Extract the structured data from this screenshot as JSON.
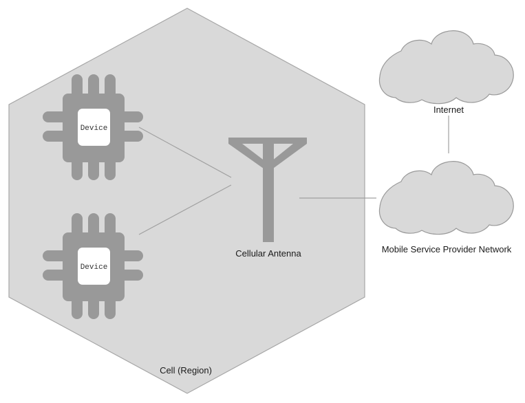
{
  "diagram": {
    "cell": {
      "label": "Cell (Region)"
    },
    "devices": [
      {
        "label": "Device"
      },
      {
        "label": "Device"
      }
    ],
    "antenna": {
      "label": "Cellular Antenna"
    },
    "clouds": {
      "internet": {
        "label": "Internet"
      },
      "provider": {
        "label": "Mobile Service Provider Network"
      }
    },
    "connections": [
      {
        "from": "device-1",
        "to": "antenna"
      },
      {
        "from": "device-2",
        "to": "antenna"
      },
      {
        "from": "antenna",
        "to": "provider"
      },
      {
        "from": "provider",
        "to": "internet"
      }
    ],
    "colors": {
      "cell_fill": "#d9d9d9",
      "cell_stroke": "#a6a6a6",
      "chip_fill": "#999999",
      "chip_core": "#ffffff",
      "antenna_fill": "#999999",
      "cloud_fill": "#d9d9d9",
      "cloud_stroke": "#999999",
      "line": "#a0a0a0"
    }
  }
}
